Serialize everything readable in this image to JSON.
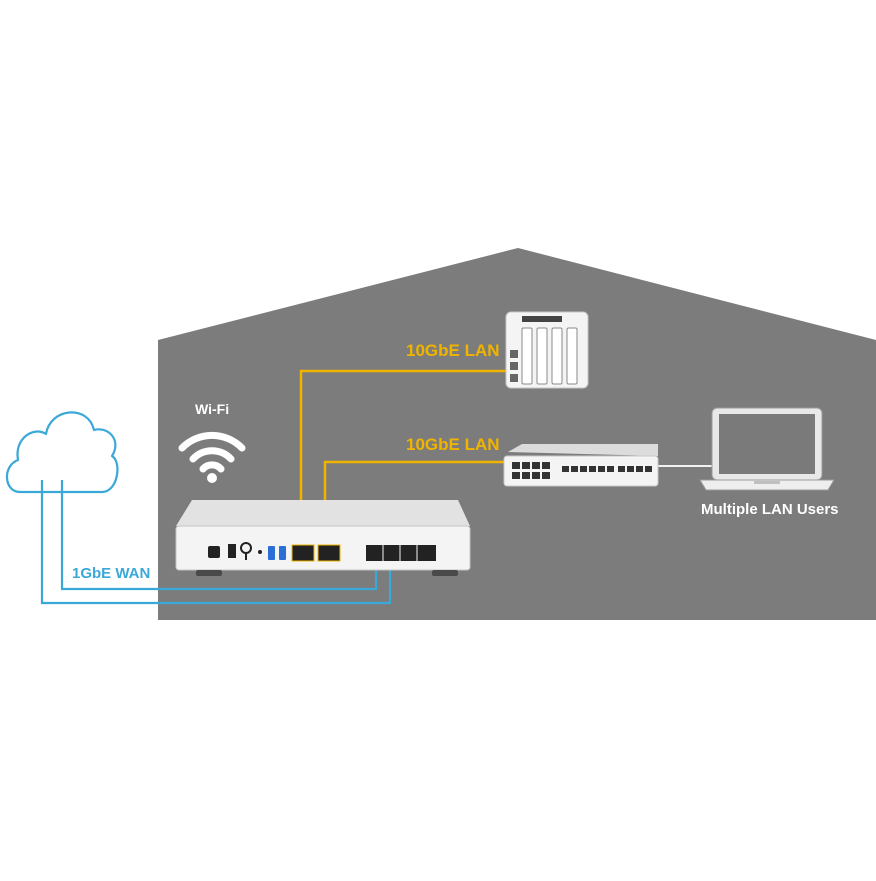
{
  "labels": {
    "lan_top": "10GbE LAN",
    "lan_mid": "10GbE LAN",
    "wifi": "Wi-Fi",
    "wan": "1GbE WAN",
    "users": "Multiple LAN Users"
  },
  "colors": {
    "house": "#7c7c7c",
    "lan_cable": "#f0b400",
    "wan_cable": "#3aa8d8",
    "wan_text": "#3aa8d8",
    "lan_text": "#f0b400",
    "label_white": "#ffffff",
    "device_white": "#f4f4f4"
  },
  "icons": {
    "cloud": "cloud-icon",
    "wifi": "wifi-icon",
    "nas": "nas-icon",
    "switch": "switch-icon",
    "laptop": "laptop-icon",
    "router": "router-icon"
  }
}
